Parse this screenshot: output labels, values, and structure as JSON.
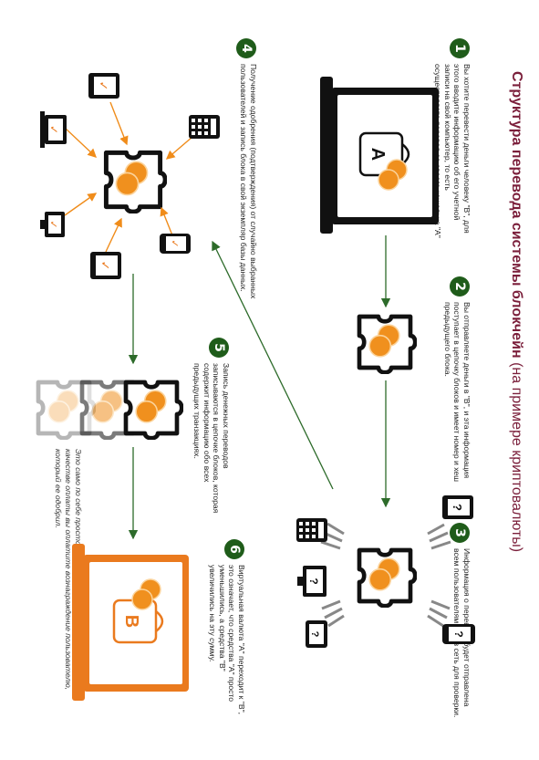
{
  "title": {
    "main": "Структура перевода системы блокчейн",
    "sub": " (на примере криптовалюты)"
  },
  "steps": [
    {
      "num": "1",
      "text": "Вы хотите перевести деньги человеку \"В\", для этого вводите информацию об его учетной записи на свой компьютер, то есть осуществляете перевод со своего кошелька \"А\""
    },
    {
      "num": "2",
      "text": "Вы отправляете деньги в \"В\", и эта информация поступает в цепочку блоков и имеет номер и хеш предыдущего блока."
    },
    {
      "num": "3",
      "text": "Информация о переводе будет отправлена всем пользователям через сеть для проверки."
    },
    {
      "num": "4",
      "text": "Получение одобрения (подтверждения) от случайно выбранных пользователей и запись блока в свой экземпляр базы данных."
    },
    {
      "num": "5",
      "text": "Запись денежных переводов записываются в цепочке блоков, которая содержит информацию обо всех предыдущих транзакциях."
    },
    {
      "num": "6",
      "text": "Виртуальная валюта \"А\" переходит к \"В\", это означает, что средства \"А\" просто уменьшились, а средства \"В\" увеличились на эту сумму."
    }
  ],
  "footnote": "Это само по себе просто и быстро, так как комиссия дешевая. В качестве оплаты вы оплатите вознаграждение пользователю, который ее одобрил.",
  "wallet_labels": {
    "sender": "A",
    "receiver": "B"
  },
  "device_symbols": {
    "question": "?",
    "check": "✓"
  },
  "colors": {
    "title": "#7a1e3a",
    "badge": "#1f5c1a",
    "arrow_green": "#2d6b2a",
    "arrow_orange": "#f08c1a",
    "coin": "#f0901e",
    "coin_light": "#f8b860",
    "laptop_dark": "#111111",
    "laptop_orange": "#ea7a1e"
  }
}
